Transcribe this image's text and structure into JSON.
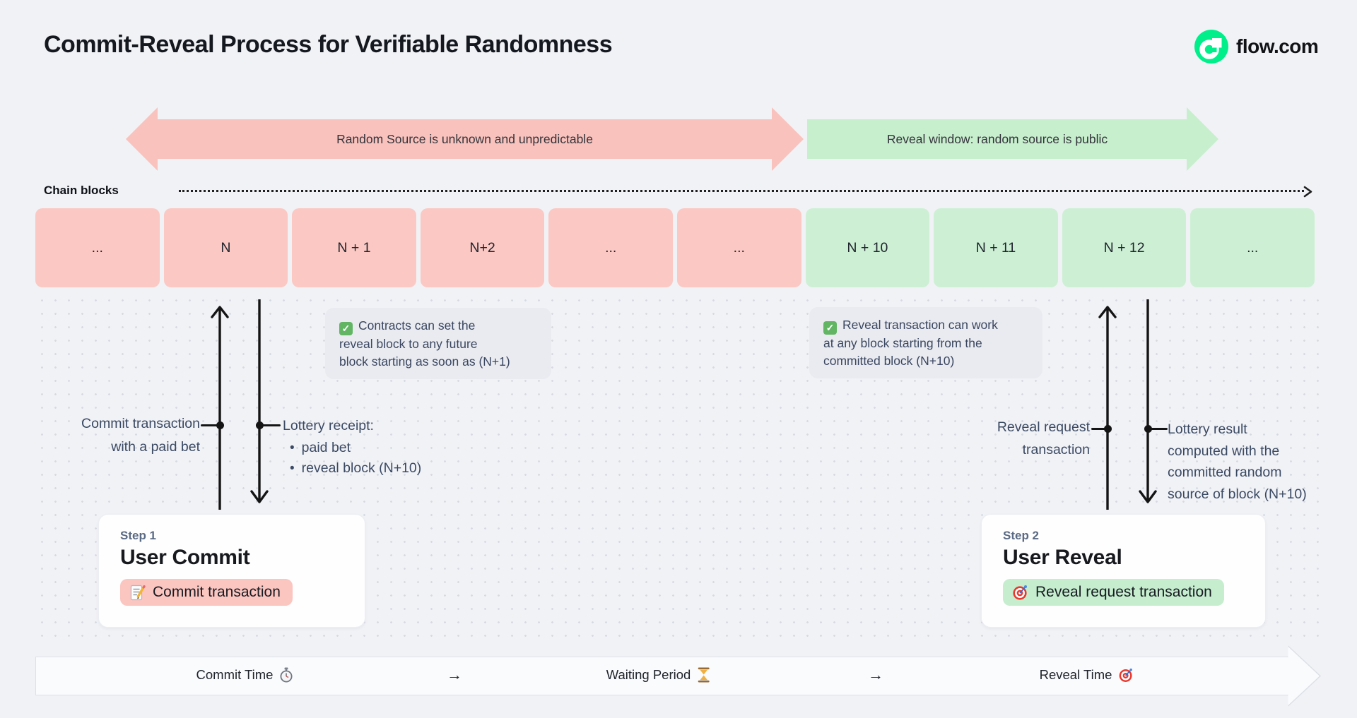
{
  "header": {
    "title": "Commit-Reveal Process for Verifiable Randomness",
    "brand": "flow.com"
  },
  "colors": {
    "brand_green": "#00ef8b",
    "pink_block": "#fbc8c3",
    "green_block": "#cdf0d4",
    "pink_arrow": "#f9c2bd",
    "green_arrow": "#c7eecd",
    "note_bg": "#e9ebf0",
    "page_bg": "#f1f2f6"
  },
  "phase_arrows": {
    "unknown_label": "Random Source is unknown and unpredictable",
    "reveal_label": "Reveal window: random source is public"
  },
  "chain": {
    "label": "Chain blocks",
    "blocks": [
      {
        "label": "...",
        "variant": "pink"
      },
      {
        "label": "N",
        "variant": "pink"
      },
      {
        "label": "N + 1",
        "variant": "pink"
      },
      {
        "label": "N+2",
        "variant": "pink"
      },
      {
        "label": "...",
        "variant": "pink"
      },
      {
        "label": "...",
        "variant": "pink"
      },
      {
        "label": "N + 10",
        "variant": "green"
      },
      {
        "label": "N + 11",
        "variant": "green"
      },
      {
        "label": "N + 12",
        "variant": "green"
      },
      {
        "label": "...",
        "variant": "green"
      }
    ]
  },
  "notes": [
    {
      "icon": "check-icon",
      "lines": [
        "Contracts can set the",
        "reveal block to any future",
        "block starting as soon as (N+1)"
      ]
    },
    {
      "icon": "check-icon",
      "lines": [
        "Reveal transaction can work",
        "at any block starting from the",
        "committed block (N+10)"
      ]
    }
  ],
  "annotations": {
    "commit_tx": {
      "lines": [
        "Commit transaction",
        "with a paid bet"
      ]
    },
    "lottery_receipt": {
      "title": "Lottery receipt:",
      "bullet_glyph": "•",
      "bullets": [
        "paid bet",
        "reveal block (N+10)"
      ]
    },
    "reveal_request": {
      "lines": [
        "Reveal request",
        "transaction"
      ]
    },
    "lottery_result": {
      "lines": [
        "Lottery result",
        "computed with the",
        "committed random",
        "source of block (N+10)"
      ]
    }
  },
  "steps": [
    {
      "step": "Step 1",
      "title": "User Commit",
      "button": "Commit transaction",
      "icon": "memo-icon"
    },
    {
      "step": "Step 2",
      "title": "User Reveal",
      "button": "Reveal request transaction",
      "icon": "target-icon"
    }
  ],
  "footer": {
    "separator": "→",
    "stages": [
      {
        "label": "Commit Time",
        "icon": "stopwatch-icon"
      },
      {
        "label": "Waiting Period",
        "icon": "hourglass-icon"
      },
      {
        "label": "Reveal Time",
        "icon": "target-icon"
      }
    ]
  }
}
